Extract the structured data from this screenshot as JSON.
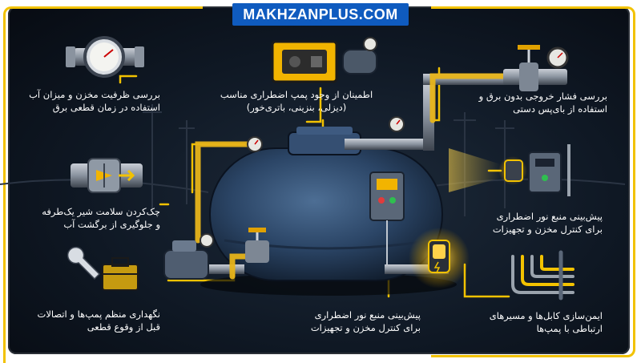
{
  "brand": {
    "name": "MAKHZANPLUS.COM",
    "bg": "#0f5bbf"
  },
  "colors": {
    "accent": "#f2c200",
    "pipe": "#e7b41a",
    "tank": "#2b4566",
    "background": "#0f1824"
  },
  "labels": {
    "capacity": {
      "line1": "بررسی ظرفیت مخزن و میزان آب",
      "line2": "استفاده در زمان قطعی برق",
      "icon": "pressure-gauge-icon"
    },
    "check_valve": {
      "line1": "چک‌کردن سلامت شیر یک‌طرفه",
      "line2": "و جلوگیری از برگشت آب",
      "icon": "check-valve-icon"
    },
    "maintenance": {
      "line1": "نگهداری منظم پمپ‌ها و اتصالات",
      "line2": "قبل از وقوع قطعی",
      "icon": "wrench-toolbox-icon"
    },
    "backup_pump": {
      "line1": "اطمینان از وجود پمپ اضطراری مناسب",
      "line2": "(دیزلی، بنزینی، باتری‌خور)",
      "icon": "generator-icon"
    },
    "pressure": {
      "line1": "بررسی فشار خروجی بدون برق و",
      "line2": "استفاده از بای‌پس دستی",
      "icon": "bypass-valve-icon"
    },
    "lighting_right": {
      "line1": "پیش‌بینی منبع نور اضطراری",
      "line2": "برای کنترل مخزن و تجهیزات",
      "icon": "spotlight-icon"
    },
    "cables": {
      "line1": "ایمن‌سازی کابل‌ها و مسیرهای",
      "line2": "ارتباطی با پمپ‌ها",
      "icon": "cable-routing-icon"
    },
    "lighting_bottom": {
      "line1": "پیش‌بینی منبع نور اضطراری",
      "line2": "برای کنترل مخزن و تجهیزات",
      "icon": "emergency-lamp-icon"
    }
  }
}
